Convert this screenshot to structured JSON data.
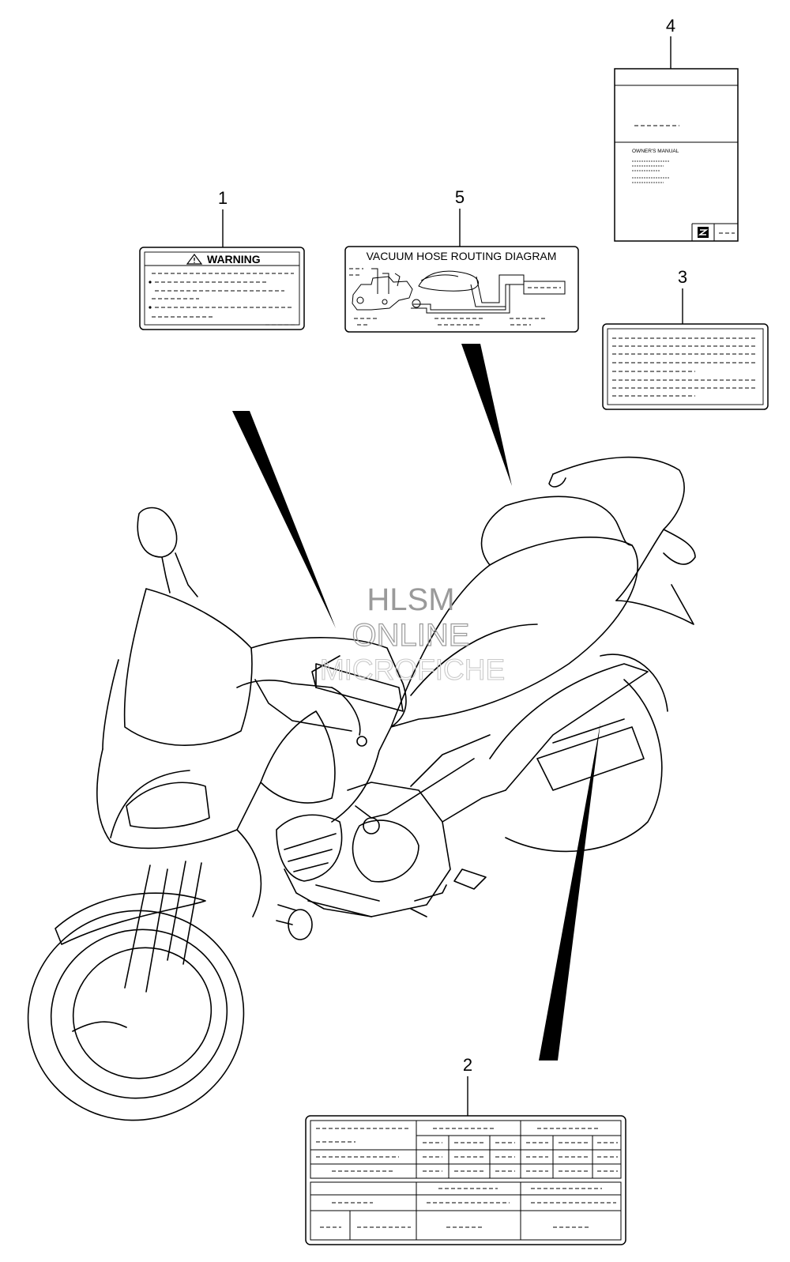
{
  "diagram": {
    "callouts": [
      "1",
      "2",
      "3",
      "4",
      "5"
    ],
    "label_1": {
      "title": "WARNING",
      "icon": "warning-triangle-icon"
    },
    "label_4": {
      "heading": "OWNER'S MANUAL",
      "icon": "suzuki-logo-icon"
    },
    "label_5": {
      "title": "VACUUM HOSE ROUTING DIAGRAM"
    },
    "watermark": {
      "line1": "HLSM",
      "line2": "ONLINE",
      "line3": "MICROFICHE"
    }
  }
}
